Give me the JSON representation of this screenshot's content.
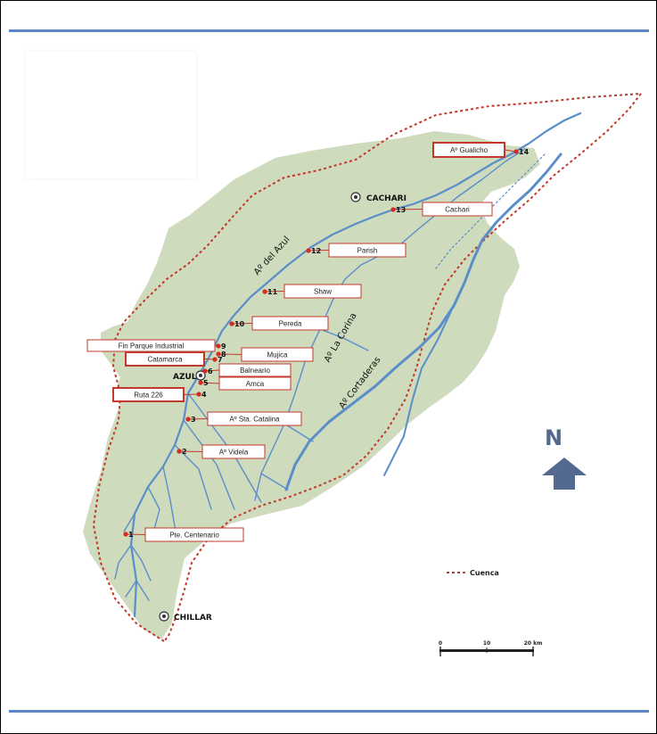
{
  "towns": [
    {
      "name": "CACHARI"
    },
    {
      "name": "AZUL"
    },
    {
      "name": "CHILLAR"
    }
  ],
  "rivers": [
    {
      "name": "Aº del Azul"
    },
    {
      "name": "Aº La Corina"
    },
    {
      "name": "Aº Cortaderas"
    }
  ],
  "stations": [
    {
      "num": "1",
      "label": "Pte. Centenario",
      "side": "right"
    },
    {
      "num": "2",
      "label": "Aº Videla",
      "side": "right"
    },
    {
      "num": "3",
      "label": "Aº Sta. Catalina",
      "side": "right"
    },
    {
      "num": "4",
      "label": "Ruta 226",
      "side": "left"
    },
    {
      "num": "5",
      "label": "Amca",
      "side": "right"
    },
    {
      "num": "6",
      "label": "Balneario",
      "side": "right"
    },
    {
      "num": "7",
      "label": "Catamarca",
      "side": "left"
    },
    {
      "num": "8",
      "label": "Mujica",
      "side": "right"
    },
    {
      "num": "9",
      "label": "Fin Parque Industrial",
      "side": "left"
    },
    {
      "num": "10",
      "label": "Pereda",
      "side": "right"
    },
    {
      "num": "11",
      "label": "Shaw",
      "side": "right"
    },
    {
      "num": "12",
      "label": "Parish",
      "side": "right"
    },
    {
      "num": "13",
      "label": "Cachari",
      "side": "right"
    },
    {
      "num": "14",
      "label": "Aº Gualicho",
      "side": "left"
    }
  ],
  "north": {
    "label": "N"
  },
  "legend": {
    "label": "Cuenca"
  },
  "scale": {
    "ticks": [
      "0",
      "10",
      "20 km"
    ]
  },
  "colors": {
    "basin": "#cfdbbd",
    "river": "#5a8ec9",
    "boundary": "#c0392b",
    "rule": "#5b87c4",
    "arrow": "#54698f"
  }
}
